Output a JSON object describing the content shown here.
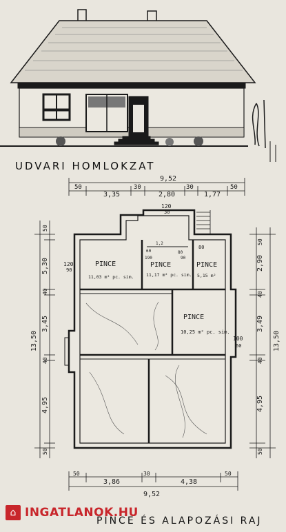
{
  "elevation": {
    "title": "UDVARI HOMLOKZAT"
  },
  "top_dimensions": {
    "overall": "9,52",
    "segments": [
      "50",
      "3,35",
      "30",
      "2,80",
      "30",
      "1,77",
      "50"
    ]
  },
  "stair": {
    "width_label": "120",
    "sub_label": "30"
  },
  "rooms": [
    {
      "name": "PINCE",
      "area": "11,03 m² pc. sim."
    },
    {
      "name": "PINCE",
      "area": "11,17 m² pc. sim."
    },
    {
      "name": "PINCE",
      "area": "5,15 m²"
    },
    {
      "name": "PINCE",
      "area": "10,25 m² pc. sim."
    }
  ],
  "openings": {
    "left_door": "120",
    "left_door_sub": "90",
    "small_a": "1,2",
    "small_b": "60",
    "small_c": "190",
    "small_d": "80",
    "small_e": "90",
    "right_top": "80",
    "right_side": "100",
    "right_side_sub": "60"
  },
  "left_dimensions": {
    "overall": "13,50",
    "segments": [
      "50",
      "5,30",
      "40",
      "3,45",
      "40",
      "4,95",
      "50"
    ]
  },
  "right_dimensions": {
    "overall": "13,50",
    "segments": [
      "50",
      "2,90",
      "40",
      "3,49",
      "40",
      "4,95",
      "50"
    ]
  },
  "bottom_dimensions": {
    "overall": "9,52",
    "segments": [
      "50",
      "3,86",
      "30",
      "4,38",
      "50"
    ]
  },
  "footer": {
    "title": "PINCE ÉS ALAPOZÁSI RAJ"
  },
  "watermark": {
    "text": "INGATLANOK.HU",
    "logo_icon": "house-icon",
    "color": "#c8262b"
  }
}
